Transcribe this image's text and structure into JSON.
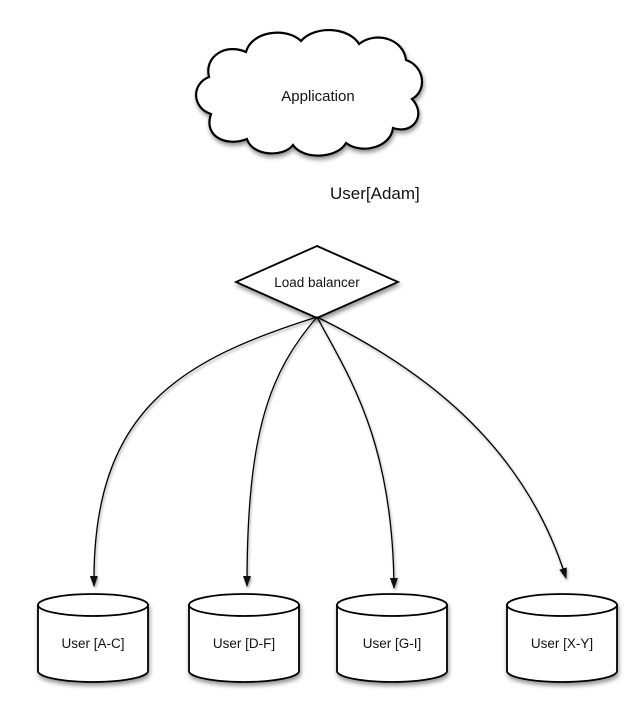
{
  "diagram": {
    "background_color": "#ffffff",
    "stroke_color": "#000000",
    "shape_fill_color": "#ffffff",
    "nodes": {
      "application": {
        "label": "Application",
        "shape": "cloud"
      },
      "load_balancer": {
        "label": "Load balancer",
        "shape": "diamond"
      },
      "databases": [
        {
          "label": "User [A-C]",
          "shape": "cylinder"
        },
        {
          "label": "User [D-F]",
          "shape": "cylinder"
        },
        {
          "label": "User [G-I]",
          "shape": "cylinder"
        },
        {
          "label": "User [X-Y]",
          "shape": "cylinder"
        }
      ]
    },
    "edges": {
      "application_to_load_balancer": {
        "label": "User[Adam]"
      },
      "load_balancer_fanout_count": "4"
    }
  }
}
